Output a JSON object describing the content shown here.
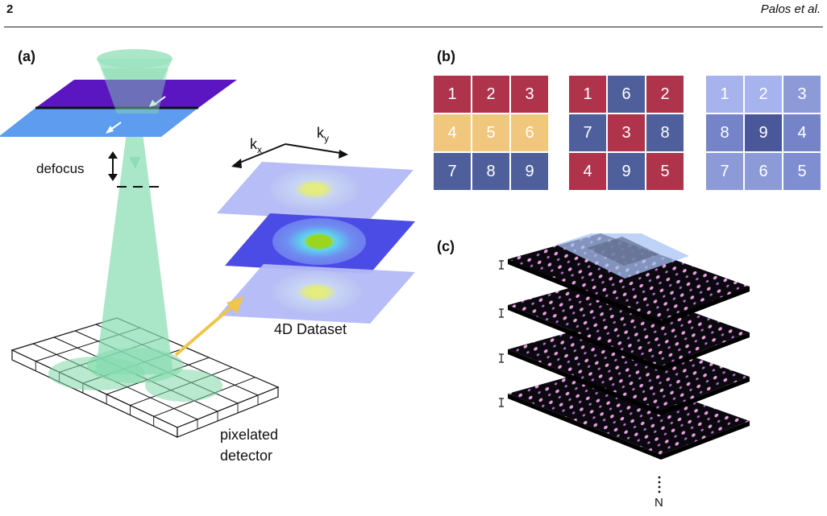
{
  "header": {
    "page_number": "2",
    "authors": "Palos et al."
  },
  "panel_a": {
    "label": "(a)",
    "defocus_label": "defocus",
    "kx_label": "k",
    "kx_sub": "x",
    "ky_label": "k",
    "ky_sub": "y",
    "dataset_label": "4D Dataset",
    "detector_label_1": "pixelated",
    "detector_label_2": "detector"
  },
  "panel_b": {
    "label": "(b)",
    "grids": [
      {
        "cells": [
          "1",
          "2",
          "3",
          "4",
          "5",
          "6",
          "7",
          "8",
          "9"
        ],
        "colors": [
          "#b0334c",
          "#b0334c",
          "#b0334c",
          "#f0c77c",
          "#f0c77c",
          "#f0c77c",
          "#4f5f9c",
          "#4f5f9c",
          "#4f5f9c"
        ]
      },
      {
        "cells": [
          "1",
          "6",
          "2",
          "7",
          "3",
          "8",
          "4",
          "9",
          "5"
        ],
        "colors": [
          "#b0334c",
          "#4f5f9c",
          "#b0334c",
          "#4f5f9c",
          "#b0334c",
          "#4f5f9c",
          "#b0334c",
          "#4f5f9c",
          "#b0334c"
        ]
      },
      {
        "cells": [
          "1",
          "2",
          "3",
          "8",
          "9",
          "4",
          "7",
          "6",
          "5"
        ],
        "colors": [
          "#a6b3ec",
          "#a6b3ec",
          "#8c9ad8",
          "#7584c8",
          "#4a5798",
          "#7584c8",
          "#8c9ad8",
          "#8c9ad8",
          "#7f8ed0"
        ]
      }
    ]
  },
  "panel_c": {
    "label": "(c)",
    "n_label": "N"
  }
}
